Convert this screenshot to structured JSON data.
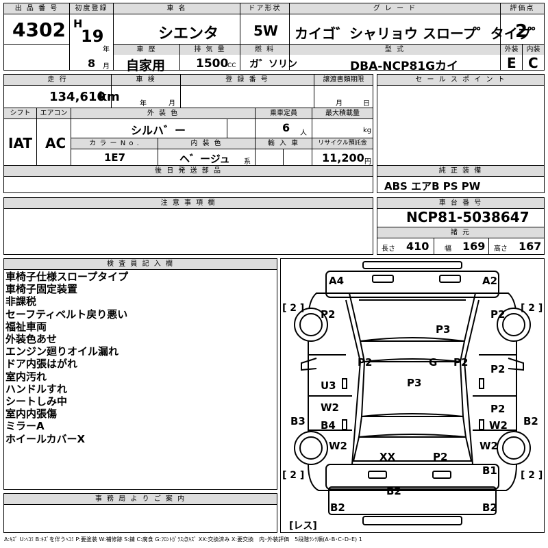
{
  "labels": {
    "lot_no": "出 品 番 号",
    "first_reg": "初度登録",
    "car_name": "車 名",
    "door": "ドア形状",
    "grade": "グ レ ー ド",
    "score": "評価点",
    "history": "車 歴",
    "displacement": "排 気 量",
    "fuel": "燃 料",
    "model_code": "型 式",
    "exterior": "外装",
    "interior": "内装",
    "mileage": "走 行",
    "inspection": "車 検",
    "reg_no": "登 録 番 号",
    "transfer": "譲渡書類期限",
    "sales_point": "セ ー ル ス ポ イ ン ト",
    "shift": "シフト",
    "aircon": "エアコン",
    "ext_color": "外 装 色",
    "capacity": "乗車定員",
    "max_load": "最大積載量",
    "color_no": "カ ラ ー N o .",
    "int_color": "内 装 色",
    "import": "輸 入 車",
    "recycle": "リサイクル預託金",
    "later_parts": "後 日 発 送 部 品",
    "genuine": "純 正 装 備",
    "caution": "注 意 事 項 欄",
    "chassis": "車 台 番 号",
    "dims": "諸 元",
    "length": "長さ",
    "width": "幅",
    "height": "高さ",
    "inspector": "検 査 員 記 入 欄",
    "office": "事 務 局 よ り ご 案 内"
  },
  "vehicle": {
    "lot_no": "4302",
    "era": "H",
    "year": "19",
    "year_unit": "年",
    "month": "8",
    "month_unit": "月",
    "car_name": "シエンタ",
    "door": "5W",
    "grade": "カイゴ゛シャリョウ スロープ゜タイプ゜",
    "score": "2",
    "history": "自家用",
    "displacement": "1500",
    "displacement_unit": "CC",
    "fuel": "ガ゛ソリン",
    "model_code": "DBA-NCP81Gカイ",
    "exterior_grade": "E",
    "interior_grade": "C",
    "mileage": "134,610",
    "mileage_unit": "km",
    "insp_year": "年",
    "insp_month": "月",
    "transfer_month": "月",
    "transfer_day": "日",
    "shift": "IAT",
    "aircon": "AC",
    "ext_color": "シルハ゛ー",
    "capacity": "6",
    "capacity_unit": "人",
    "load_unit": "kg",
    "color_no": "1E7",
    "int_color": "ヘ゛ージュ",
    "int_color_unit": "系",
    "recycle": "11,200",
    "recycle_unit": "円",
    "genuine": "ABS エアB PS PW",
    "chassis": "NCP81-5038647",
    "length": "410",
    "width": "169",
    "height": "167"
  },
  "remarks": [
    "車椅子仕様スロープタイプ",
    "車椅子固定装置",
    "非課税",
    "セーフティベルト戻り悪い",
    "福祉車両",
    "外装色あせ",
    "エンジン廻りオイル漏れ",
    "ドア内張はがれ",
    "室内汚れ",
    "ハンドルすれ",
    "シートしみ中",
    "室内内張傷",
    "ミラーA",
    "ホイールカバーX"
  ],
  "diagram": {
    "marks": [
      "A4",
      "A2",
      "P2",
      "P3",
      "P2",
      "P2",
      "G",
      "P2",
      "P2",
      "U3",
      "P3",
      "W2",
      "P2",
      "B3",
      "B4",
      "W2",
      "B2",
      "W2",
      "W2",
      "XX",
      "P2",
      "B1",
      "B2",
      "B2",
      "B2"
    ],
    "tire_counts": [
      "2",
      "2",
      "2",
      "2"
    ],
    "spare": "レス"
  },
  "legend": "A:ｷｽﾞ U:ﾍｺﾐ B:ｷｽﾞを伴うﾍｺﾐ P:要塗装 W:補修跡 S:錆 C:腐食 G:ﾌﾛﾝﾄｶﾞﾗｽ点ｷｽﾞ XX:交換済み X:要交換　内･外装評価　5段階ﾗﾝｸ順(A･B･C･D･E) 1"
}
